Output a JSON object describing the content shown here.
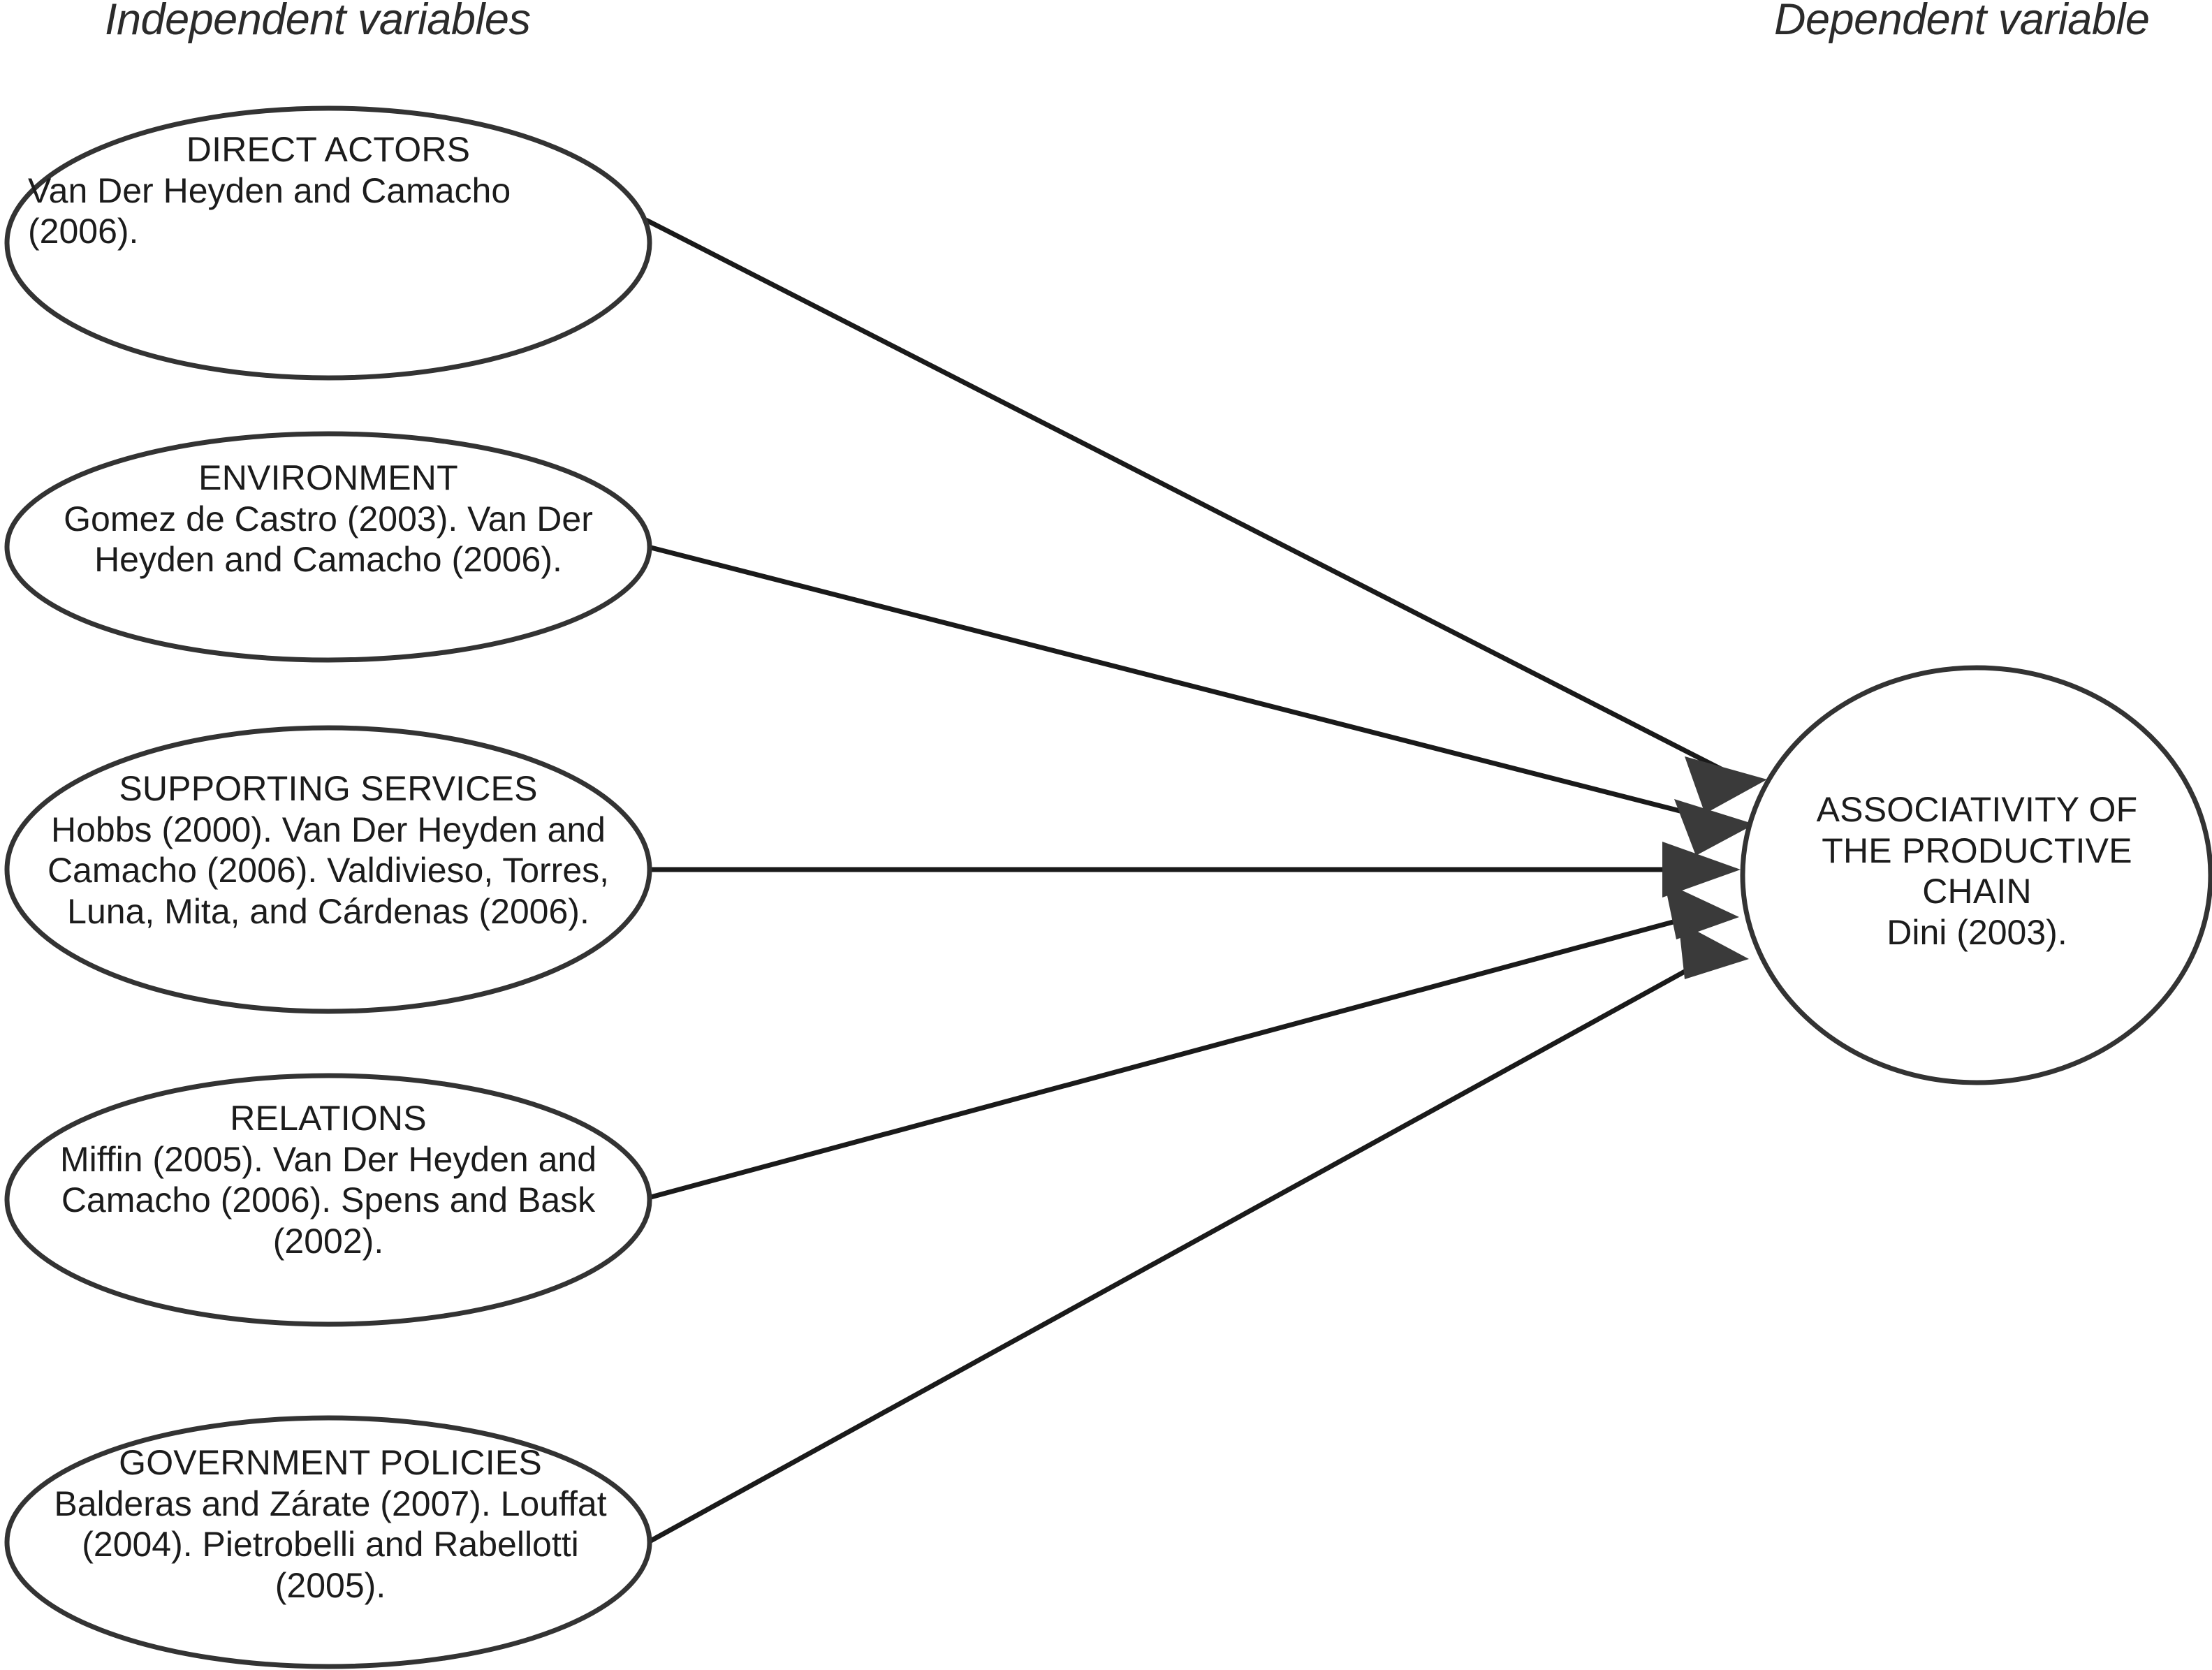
{
  "headers": {
    "independent": "Independent variables",
    "dependent": "Dependent variable"
  },
  "colors": {
    "shape_stroke": "#333333",
    "line": "#1a1a1a",
    "arrow_fill": "#3a3a3a",
    "text": "#1c1c1c",
    "header_text": "#2b2b2b",
    "background": "#ffffff"
  },
  "independent_variables": [
    {
      "id": "direct-actors",
      "title": "DIRECT ACTORS",
      "references": "Van Der Heyden and Camacho (2006).",
      "reference_lines": [
        "Van Der Heyden and Camacho",
        "(2006)."
      ]
    },
    {
      "id": "environment",
      "title": "ENVIRONMENT",
      "references": "Gomez de Castro (2003). Van Der Heyden and Camacho (2006).",
      "reference_lines": [
        "Gomez de Castro (2003). Van Der",
        "Heyden and Camacho (2006)."
      ]
    },
    {
      "id": "supporting-services",
      "title": "SUPPORTING SERVICES",
      "references": "Hobbs (2000). Van Der Heyden and Camacho (2006). Valdivieso, Torres, Luna, Mita, and Cárdenas (2006).",
      "reference_lines": [
        "Hobbs (2000). Van Der Heyden",
        "and Camacho (2006). Valdivieso,",
        "Torres, Luna, Mita, and",
        "Cárdenas (2006)."
      ]
    },
    {
      "id": "relations",
      "title": "RELATIONS",
      "references": "Miffin (2005). Van Der Heyden and Camacho (2006). Spens and Bask (2002).",
      "reference_lines": [
        "Miffin (2005). Van Der Heyden",
        "and Camacho (2006). Spens and",
        "Bask (2002)."
      ]
    },
    {
      "id": "government-policies",
      "title": "GOVERNMENT POLICIES",
      "references": "Balderas and Zárate (2007). Louffat (2004). Pietrobelli and Rabellotti (2005).",
      "reference_lines": [
        "Balderas and Zárate (2007).",
        "Louffat (2004). Pietrobelli and",
        "Rabellotti (2005)."
      ]
    }
  ],
  "dependent_variable": {
    "id": "associativity-productive-chain",
    "title": "ASSOCIATIVITY OF THE PRODUCTIVE CHAIN",
    "title_lines": [
      "ASSOCIATIVITY OF",
      "THE PRODUCTIVE",
      "CHAIN"
    ],
    "references": "Dini (2003).",
    "reference_lines": [
      "Dini (2003)."
    ]
  },
  "edges": [
    {
      "from": "direct-actors",
      "to": "associativity-productive-chain",
      "label": ""
    },
    {
      "from": "environment",
      "to": "associativity-productive-chain",
      "label": ""
    },
    {
      "from": "supporting-services",
      "to": "associativity-productive-chain",
      "label": ""
    },
    {
      "from": "relations",
      "to": "associativity-productive-chain",
      "label": ""
    },
    {
      "from": "government-policies",
      "to": "associativity-productive-chain",
      "label": ""
    }
  ]
}
